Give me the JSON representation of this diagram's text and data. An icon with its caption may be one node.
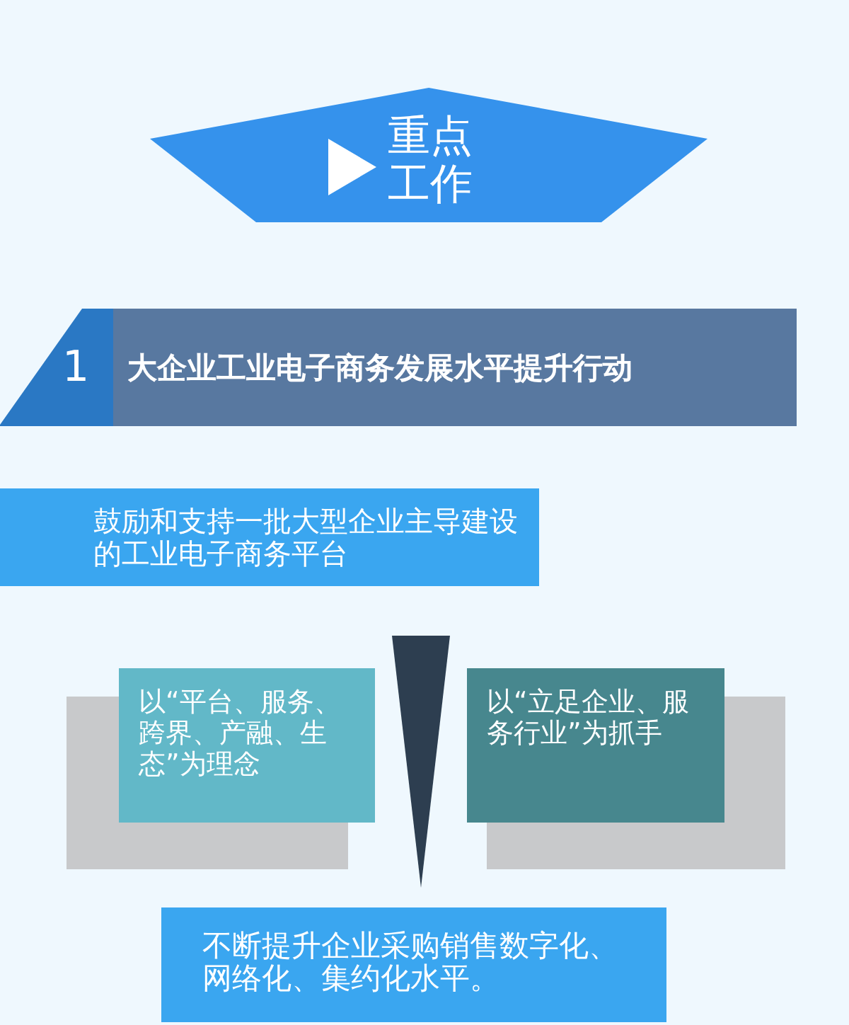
{
  "diagram": {
    "nodes": [
      {
        "text": [
          "重点工作"
        ]
      },
      {
        "text": [
          "1",
          "大企业工业电子商务发展水平提升行动"
        ]
      },
      {
        "text": [
          "鼓励和支持一批大型企业主导建设的工业电子商务平台"
        ]
      },
      {
        "text": [],
        "shape": "triangle"
      },
      {
        "text": [
          "以“平台、服务、跨界、产融、生态”为理念"
        ]
      },
      {
        "text": [
          "以“立足企业、服务行业”为抓手"
        ]
      },
      {
        "text": [
          "不断提升企业采购销售数字化、网络化、集约化水平。"
        ]
      }
    ]
  }
}
